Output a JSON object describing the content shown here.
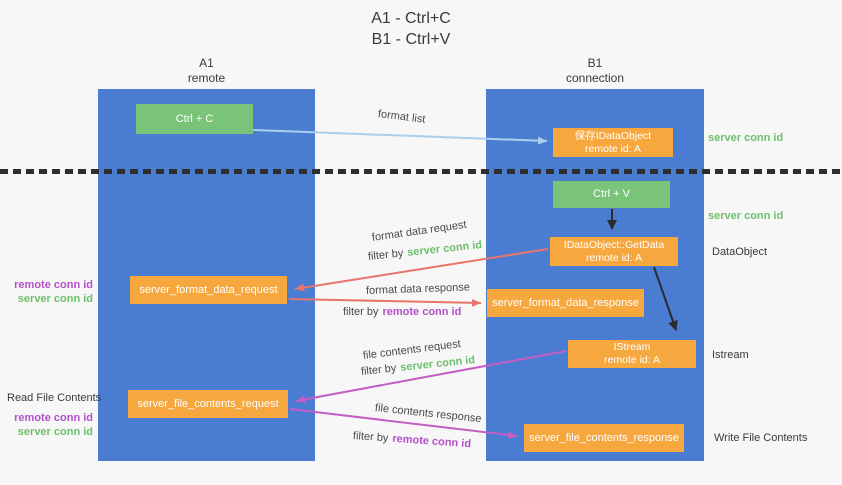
{
  "title": {
    "line1": "A1 - Ctrl+C",
    "line2": "B1 - Ctrl+V"
  },
  "lanes": {
    "left": {
      "name": "A1",
      "subtitle": "remote"
    },
    "right": {
      "name": "B1",
      "subtitle": "connection"
    }
  },
  "nodes": {
    "ctrl_c": {
      "label": "Ctrl + C"
    },
    "ctrl_v": {
      "label": "Ctrl + V"
    },
    "save_idataobject": {
      "line1": "保存IDataObject",
      "line2": "remote id: A"
    },
    "getdata": {
      "line1": "IDataObject::GetData",
      "line2": "remote id: A"
    },
    "istream": {
      "line1": "IStream",
      "line2": "remote id: A"
    },
    "server_format_data_request": {
      "label": "server_format_data_request"
    },
    "server_format_data_response": {
      "label": "server_format_data_response"
    },
    "server_file_contents_request": {
      "label": "server_file_contents_request"
    },
    "server_file_contents_response": {
      "label": "server_file_contents_response"
    }
  },
  "flow_labels": {
    "format_list": "format list",
    "format_data_request": "format data request",
    "format_data_request_filter_prefix": "filter by",
    "format_data_request_filter_key": "server conn id",
    "format_data_response": "format data response",
    "format_data_response_filter_prefix": "filter by",
    "format_data_response_filter_key": "remote conn id",
    "file_contents_request": "file contents request",
    "file_contents_request_filter_prefix": "filter by",
    "file_contents_request_filter_key": "server conn id",
    "file_contents_response": "file contents response",
    "file_contents_response_filter_prefix": "filter by",
    "file_contents_response_filter_key": "remote conn id"
  },
  "side_labels": {
    "right_server_conn_id_top": "server conn id",
    "right_server_conn_id_mid": "server conn id",
    "right_dataobject": "DataObject",
    "right_istream": "Istream",
    "right_write_file_contents": "Write File Contents",
    "left_remote_conn_id_top": "remote conn id",
    "left_server_conn_id_top": "server conn id",
    "left_read_file_contents": "Read File Contents",
    "left_remote_conn_id_bottom": "remote conn id",
    "left_server_conn_id_bottom": "server conn id"
  },
  "colors": {
    "lane_blue": "#4a7dd1",
    "node_green": "#7ac47a",
    "node_orange": "#f6a73e",
    "conn_id_green": "#6dbf6d",
    "conn_id_purple": "#b44fc8",
    "arrow_light_blue": "#a9cfec",
    "arrow_red": "#e8756a",
    "arrow_magenta": "#c45ec4",
    "arrow_black": "#2b2b2b"
  }
}
